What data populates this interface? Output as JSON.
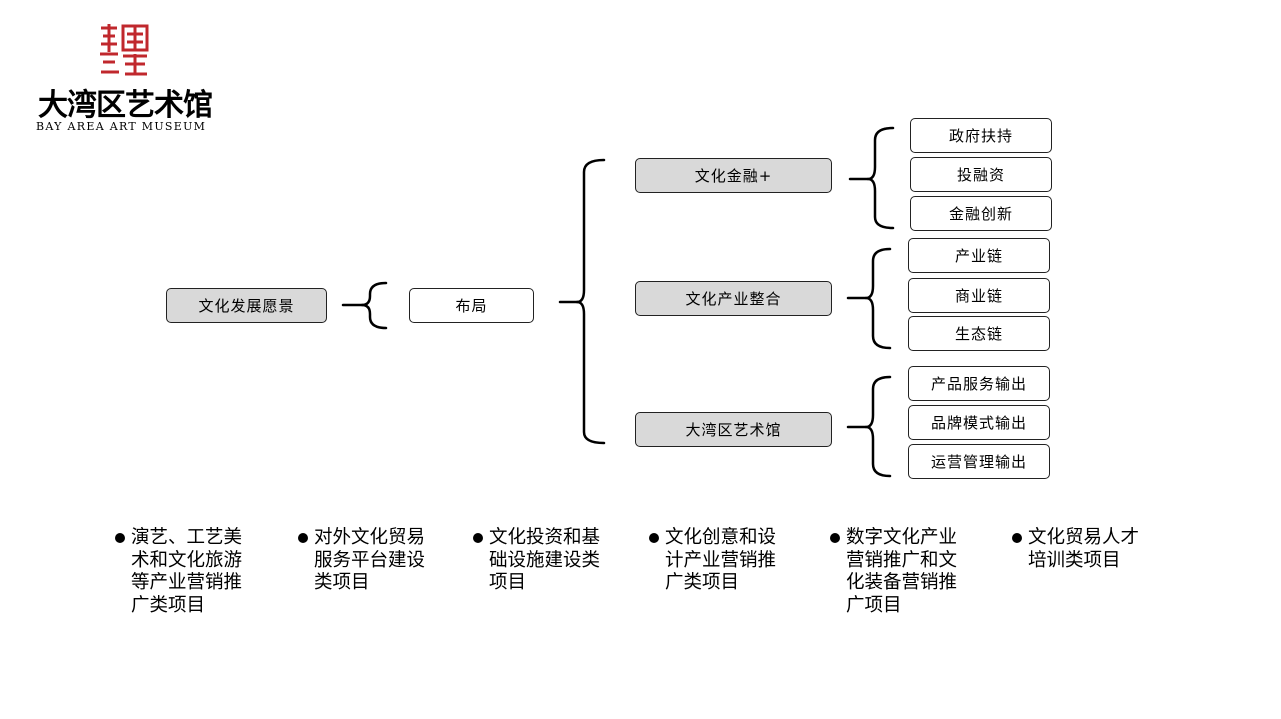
{
  "logo": {
    "chinese": "大湾区艺术馆",
    "english": "BAY  AREA ART MUSEUM",
    "seal_color": "#c0282d"
  },
  "diagram": {
    "root": "文化发展愿景",
    "level1": "布局",
    "branches": [
      {
        "label": "文化金融+",
        "children": [
          "政府扶持",
          "投融资",
          "金融创新"
        ]
      },
      {
        "label": "文化产业整合",
        "children": [
          "产业链",
          "商业链",
          "生态链"
        ]
      },
      {
        "label": "大湾区艺术馆",
        "children": [
          "产品服务输出",
          "品牌模式输出",
          "运营管理输出"
        ]
      }
    ]
  },
  "bullets": [
    "演艺、工艺美术和文化旅游等产业营销推广类项目",
    "对外文化贸易服务平台建设类项目",
    "文化投资和基础设施建设类项目",
    "文化创意和设计产业营销推广类项目",
    "数字文化产业营销推广和文化装备营销推广项目",
    "文化贸易人才培训类项目"
  ]
}
